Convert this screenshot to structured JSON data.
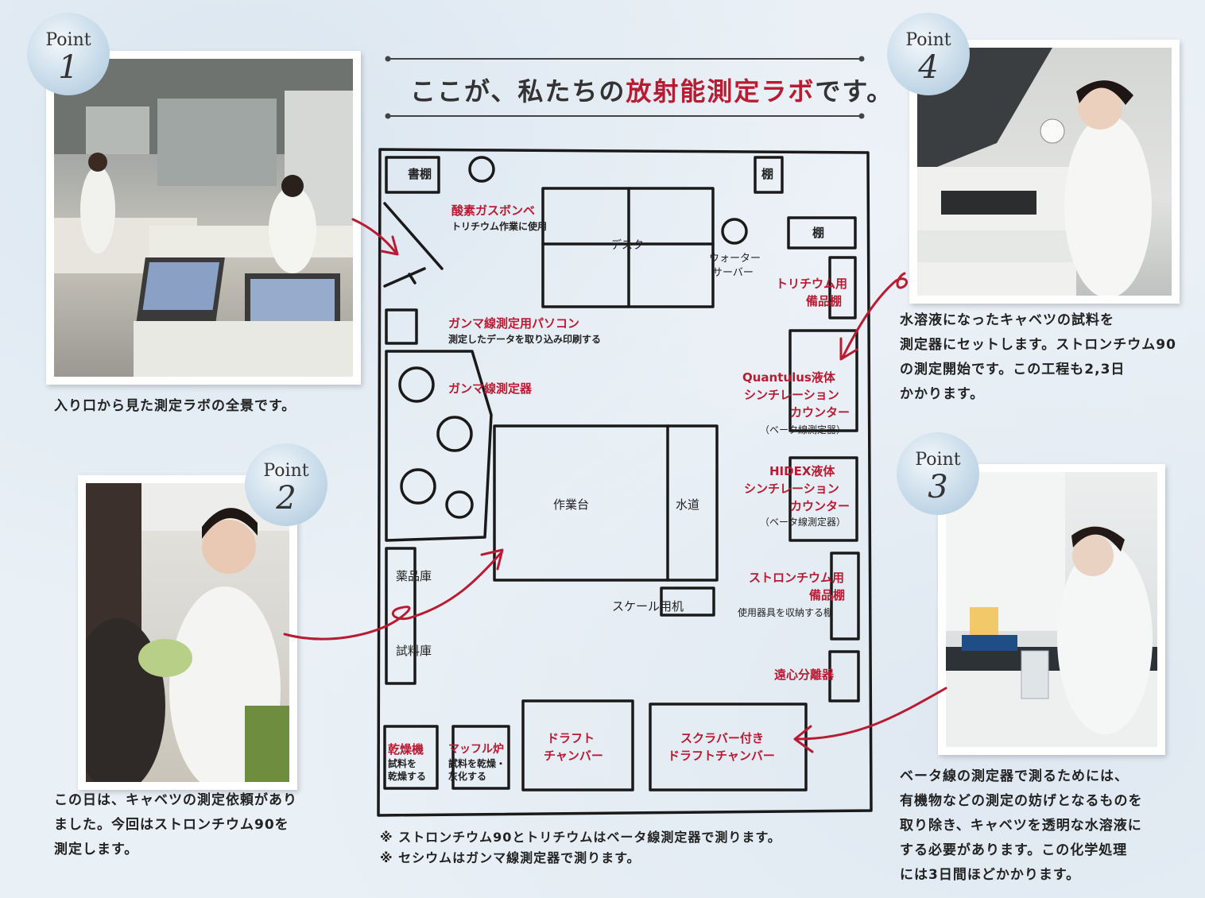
{
  "title": {
    "prefix": "ここが、私たちの",
    "highlight": "放射能測定ラボ",
    "suffix": "です。"
  },
  "points": [
    {
      "label": "Point",
      "number": "1",
      "caption_lines": [
        "入り口から見た測定ラボの全景です。"
      ]
    },
    {
      "label": "Point",
      "number": "2",
      "caption_lines": [
        "この日は、キャベツの測定依頼があり",
        "ました。今回はストロンチウム90を",
        "測定します。"
      ]
    },
    {
      "label": "Point",
      "number": "3",
      "caption_lines": [
        "ベータ線の測定器で測るためには、",
        "有機物などの測定の妨げとなるものを",
        "取り除き、キャベツを透明な水溶液に",
        "する必要があります。この化学処理",
        "には3日間ほどかかります。"
      ]
    },
    {
      "label": "Point",
      "number": "4",
      "caption_lines": [
        "水溶液になったキャベツの試料を",
        "測定器にセットします。ストロンチウム90",
        "の測定開始です。この工程も2,3日",
        "かかります。"
      ]
    }
  ],
  "map": {
    "bookshelf": "書棚",
    "shelf_top": "棚",
    "shelf_right": "棚",
    "oxygen_cylinder": "酸素ガスボンベ",
    "oxygen_cylinder_sub": "トリチウム作業に使用",
    "desk": "デスク",
    "water_server_1": "ウォーター",
    "water_server_2": "サーバー",
    "tritium_shelf_1": "トリチウム用",
    "tritium_shelf_2": "備品棚",
    "gamma_pc": "ガンマ線測定用パソコン",
    "gamma_pc_sub": "測定したデータを取り込み印刷する",
    "gamma_detector": "ガンマ線測定器",
    "quantulus_1": "Quantulus液体",
    "quantulus_2": "シンチレーション",
    "quantulus_3": "カウンター",
    "quantulus_sub": "（ベータ線測定器）",
    "hidex_1": "HIDEX液体",
    "hidex_2": "シンチレーション",
    "hidex_3": "カウンター",
    "hidex_sub": "（ベータ線測定器）",
    "workbench": "作業台",
    "sink": "水道",
    "chemical_storage": "薬品庫",
    "sample_storage": "試料庫",
    "scale_desk": "スケール用机",
    "strontium_shelf_1": "ストロンチウム用",
    "strontium_shelf_2": "備品棚",
    "strontium_shelf_sub": "使用器具を収納する棚",
    "centrifuge": "遠心分離器",
    "dryer": "乾燥機",
    "dryer_sub_1": "試料を",
    "dryer_sub_2": "乾燥する",
    "muffle": "マッフル炉",
    "muffle_sub_1": "試料を乾燥・",
    "muffle_sub_2": "灰化する",
    "draft_1": "ドラフト",
    "draft_2": "チャンバー",
    "scrubber_1": "スクラバー付き",
    "scrubber_2": "ドラフトチャンバー"
  },
  "notes": [
    "※ ストロンチウム90とトリチウムはベータ線測定器で測ります。",
    "※ セシウムはガンマ線測定器で測ります。"
  ],
  "colors": {
    "accent_red": "#b81b32",
    "line": "#1a1a1a"
  }
}
